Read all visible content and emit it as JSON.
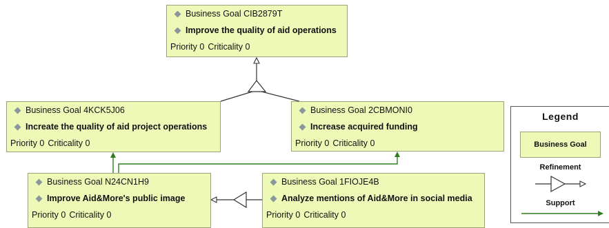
{
  "goals": [
    {
      "id": "g1",
      "title": "Business Goal CIB2879T",
      "description": "Improve the quality of aid operations",
      "priority": "Priority 0",
      "criticality": "Criticality 0"
    },
    {
      "id": "g2",
      "title": "Business Goal 4KCK5J06",
      "description": "Increate the quality of aid project operations",
      "priority": "Priority 0",
      "criticality": "Criticality 0"
    },
    {
      "id": "g3",
      "title": "Business Goal 2CBMONI0",
      "description": "Increase acquired funding",
      "priority": "Priority 0",
      "criticality": "Criticality 0"
    },
    {
      "id": "g4",
      "title": "Business Goal N24CN1H9",
      "description": "Improve Aid&More's public image",
      "priority": "Priority 0",
      "criticality": "Criticality 0"
    },
    {
      "id": "g5",
      "title": "Business Goal 1FIOJE4B",
      "description": "Analyze mentions of Aid&More in social media",
      "priority": "Priority 0",
      "criticality": "Criticality 0"
    }
  ],
  "legend": {
    "title": "Legend",
    "business_goal": "Business Goal",
    "refinement": "Refinement",
    "support": "Support"
  },
  "colors": {
    "goal_fill": "#eef9b8",
    "goal_border": "#9aa27a",
    "support_line": "#2e7d1f",
    "refinement_line": "#333333"
  }
}
